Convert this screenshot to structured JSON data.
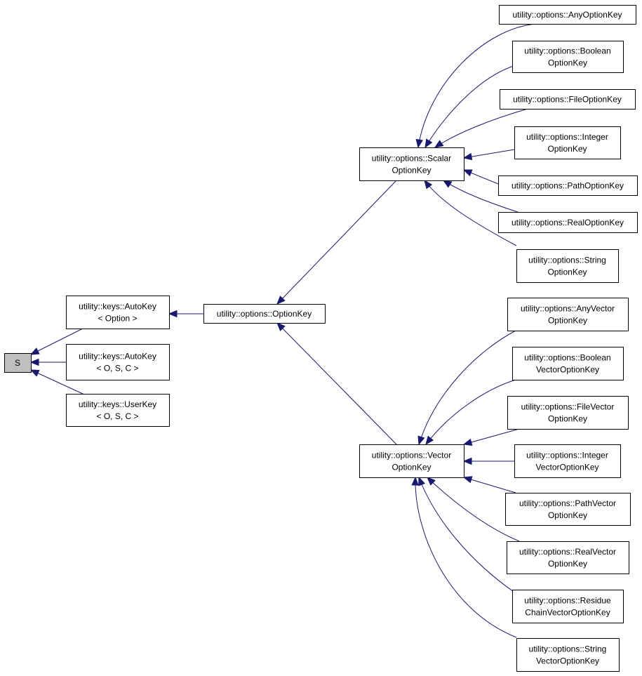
{
  "diagram": {
    "type": "class-inheritance-graph",
    "edge_color": "#191970",
    "root_fill": "#bfbfbf",
    "nodes": [
      {
        "id": "s",
        "lines": [
          "S"
        ],
        "root": true
      },
      {
        "id": "autokey-option",
        "lines": [
          "utility::keys::AutoKey",
          "< Option >"
        ]
      },
      {
        "id": "autokey-osc",
        "lines": [
          "utility::keys::AutoKey",
          "< O, S, C >"
        ]
      },
      {
        "id": "userkey-osc",
        "lines": [
          "utility::keys::UserKey",
          "< O, S, C >"
        ]
      },
      {
        "id": "optionkey",
        "lines": [
          "utility::options::OptionKey"
        ]
      },
      {
        "id": "scalar",
        "lines": [
          "utility::options::Scalar",
          "OptionKey"
        ]
      },
      {
        "id": "vector",
        "lines": [
          "utility::options::Vector",
          "OptionKey"
        ]
      },
      {
        "id": "any",
        "lines": [
          "utility::options::AnyOptionKey"
        ]
      },
      {
        "id": "boolean",
        "lines": [
          "utility::options::Boolean",
          "OptionKey"
        ]
      },
      {
        "id": "file",
        "lines": [
          "utility::options::FileOptionKey"
        ]
      },
      {
        "id": "integer",
        "lines": [
          "utility::options::Integer",
          "OptionKey"
        ]
      },
      {
        "id": "path",
        "lines": [
          "utility::options::PathOptionKey"
        ]
      },
      {
        "id": "real",
        "lines": [
          "utility::options::RealOptionKey"
        ]
      },
      {
        "id": "string",
        "lines": [
          "utility::options::String",
          "OptionKey"
        ]
      },
      {
        "id": "anyvec",
        "lines": [
          "utility::options::AnyVector",
          "OptionKey"
        ]
      },
      {
        "id": "boolvec",
        "lines": [
          "utility::options::Boolean",
          "VectorOptionKey"
        ]
      },
      {
        "id": "filevec",
        "lines": [
          "utility::options::FileVector",
          "OptionKey"
        ]
      },
      {
        "id": "intvec",
        "lines": [
          "utility::options::Integer",
          "VectorOptionKey"
        ]
      },
      {
        "id": "pathvec",
        "lines": [
          "utility::options::PathVector",
          "OptionKey"
        ]
      },
      {
        "id": "realvec",
        "lines": [
          "utility::options::RealVector",
          "OptionKey"
        ]
      },
      {
        "id": "residuevec",
        "lines": [
          "utility::options::Residue",
          "ChainVectorOptionKey"
        ]
      },
      {
        "id": "stringvec",
        "lines": [
          "utility::options::String",
          "VectorOptionKey"
        ]
      }
    ],
    "edges": [
      {
        "from": "autokey-option",
        "to": "s"
      },
      {
        "from": "autokey-osc",
        "to": "s"
      },
      {
        "from": "userkey-osc",
        "to": "s"
      },
      {
        "from": "optionkey",
        "to": "autokey-option"
      },
      {
        "from": "scalar",
        "to": "optionkey"
      },
      {
        "from": "vector",
        "to": "optionkey"
      },
      {
        "from": "any",
        "to": "scalar"
      },
      {
        "from": "boolean",
        "to": "scalar"
      },
      {
        "from": "file",
        "to": "scalar"
      },
      {
        "from": "integer",
        "to": "scalar"
      },
      {
        "from": "path",
        "to": "scalar"
      },
      {
        "from": "real",
        "to": "scalar"
      },
      {
        "from": "string",
        "to": "scalar"
      },
      {
        "from": "anyvec",
        "to": "vector"
      },
      {
        "from": "boolvec",
        "to": "vector"
      },
      {
        "from": "filevec",
        "to": "vector"
      },
      {
        "from": "intvec",
        "to": "vector"
      },
      {
        "from": "pathvec",
        "to": "vector"
      },
      {
        "from": "realvec",
        "to": "vector"
      },
      {
        "from": "residuevec",
        "to": "vector"
      },
      {
        "from": "stringvec",
        "to": "vector"
      }
    ]
  }
}
